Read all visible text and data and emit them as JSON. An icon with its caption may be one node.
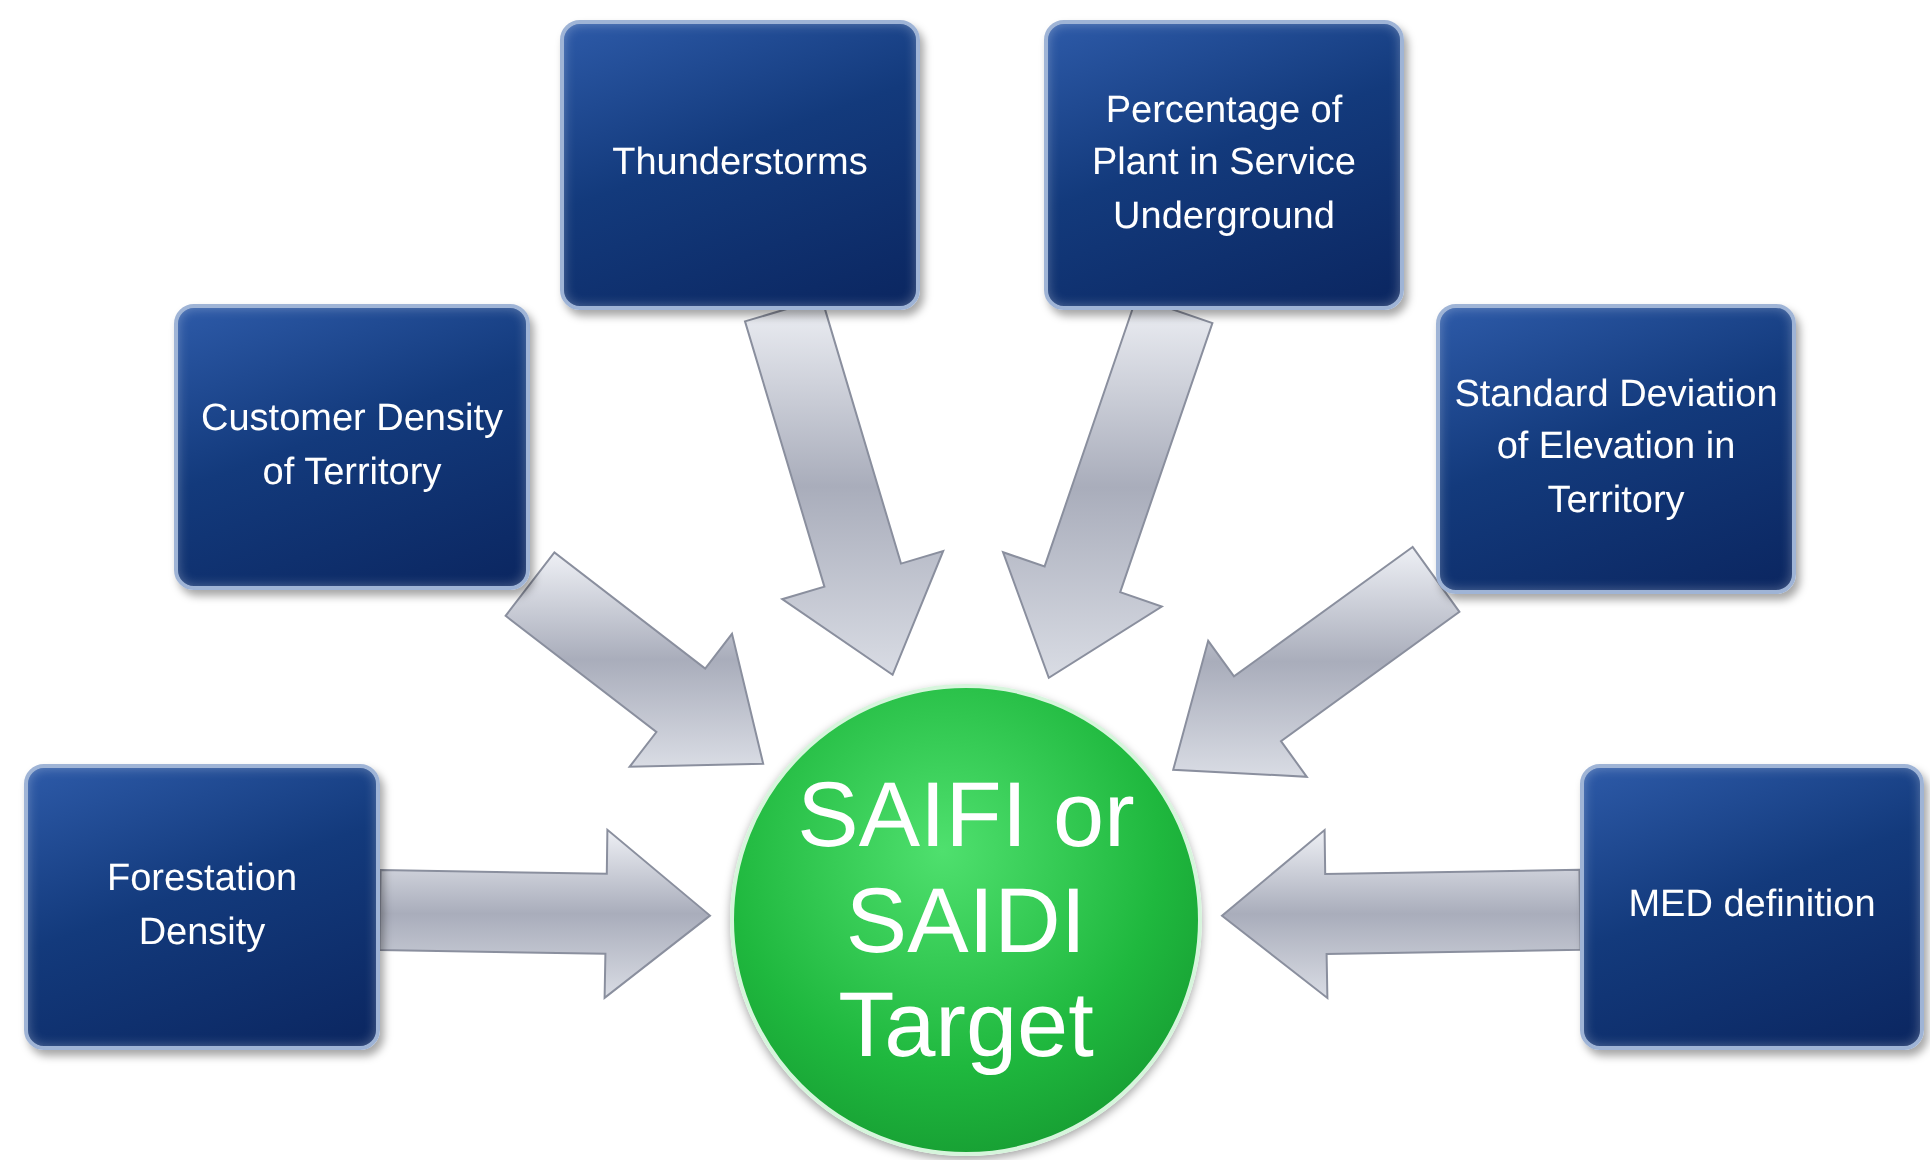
{
  "diagram": {
    "nodes": [
      {
        "text": [
          "Forestation Density"
        ]
      },
      {
        "text": [
          "Customer Density of Territory"
        ]
      },
      {
        "text": [
          "Thunderstorms"
        ]
      },
      {
        "text": [
          "Percentage of Plant in Service Underground"
        ]
      },
      {
        "text": [
          "Standard Deviation of Elevation in Territory"
        ]
      },
      {
        "text": [
          "MED definition"
        ]
      },
      {
        "text": [
          "SAIFI or SAIDI Target"
        ]
      }
    ],
    "edges": [
      {
        "from": 0,
        "to": 6,
        "arrow": "to",
        "style": "thick"
      },
      {
        "from": 1,
        "to": 6,
        "arrow": "to",
        "style": "thick"
      },
      {
        "from": 2,
        "to": 6,
        "arrow": "to",
        "style": "thick"
      },
      {
        "from": 3,
        "to": 6,
        "arrow": "to",
        "style": "thick"
      },
      {
        "from": 4,
        "to": 6,
        "arrow": "to",
        "style": "thick"
      },
      {
        "from": 5,
        "to": 6,
        "arrow": "to",
        "style": "thick"
      }
    ]
  }
}
